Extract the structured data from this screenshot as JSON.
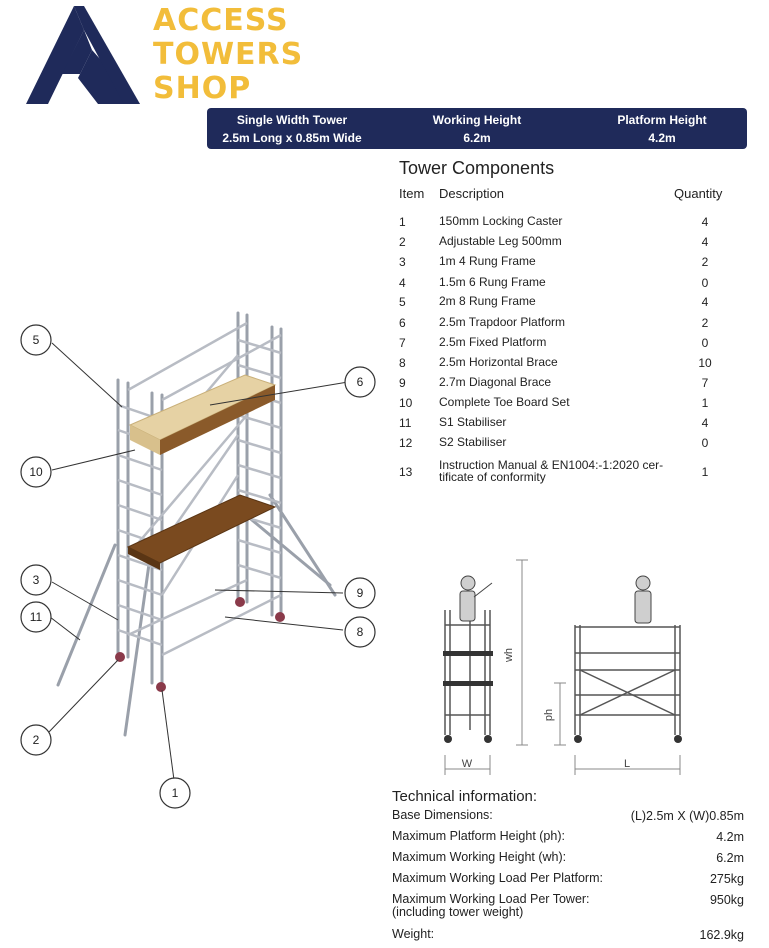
{
  "logo": {
    "line1": "ACCESS",
    "line2": "TOWERS",
    "line3": "SHOP"
  },
  "header": {
    "col1_title": "Single Width Tower",
    "col1_value": "2.5m Long x 0.85m Wide",
    "col2_title": "Working Height",
    "col2_value": "6.2m",
    "col3_title": "Platform Height",
    "col3_value": "4.2m"
  },
  "components": {
    "title": "Tower Components",
    "headers": {
      "item": "Item",
      "description": "Description",
      "quantity": "Quantity"
    },
    "rows": [
      {
        "item": "1",
        "description": "150mm Locking Caster",
        "quantity": "4"
      },
      {
        "item": "2",
        "description": "Adjustable Leg 500mm",
        "quantity": "4"
      },
      {
        "item": "3",
        "description": "1m 4 Rung Frame",
        "quantity": "2"
      },
      {
        "item": "4",
        "description": "1.5m 6 Rung Frame",
        "quantity": "0"
      },
      {
        "item": "5",
        "description": "2m 8 Rung Frame",
        "quantity": "4"
      },
      {
        "item": "6",
        "description": "2.5m Trapdoor Platform",
        "quantity": "2"
      },
      {
        "item": "7",
        "description": "2.5m Fixed Platform",
        "quantity": "0"
      },
      {
        "item": "8",
        "description": "2.5m Horizontal Brace",
        "quantity": "10"
      },
      {
        "item": "9",
        "description": "2.7m Diagonal Brace",
        "quantity": "7"
      },
      {
        "item": "10",
        "description": "Complete Toe Board Set",
        "quantity": "1"
      },
      {
        "item": "11",
        "description": "S1 Stabiliser",
        "quantity": "4"
      },
      {
        "item": "12",
        "description": "S2 Stabiliser",
        "quantity": "0"
      },
      {
        "item": "13",
        "description": "Instruction Manual & EN1004:-1:2020 cer-tificate of conformity",
        "quantity": "1"
      }
    ]
  },
  "callouts": [
    "5",
    "6",
    "10",
    "3",
    "11",
    "9",
    "8",
    "2",
    "1"
  ],
  "diagram_labels": {
    "wh": "wh",
    "ph": "ph",
    "w": "W",
    "l": "L"
  },
  "technical": {
    "title": "Technical information:",
    "rows": [
      {
        "label": "Base Dimensions:",
        "value": "(L)2.5m X (W)0.85m"
      },
      {
        "label": "Maximum Platform Height (ph):",
        "value": "4.2m"
      },
      {
        "label": "Maximum Working Height (wh):",
        "value": "6.2m"
      },
      {
        "label": "Maximum Working Load Per Platform:",
        "value": "275kg"
      },
      {
        "label": "Maximum Working Load Per Tower: (including tower weight)",
        "value": "950kg"
      },
      {
        "label": "Weight:",
        "value": "162.9kg"
      }
    ]
  },
  "colors": {
    "navy": "#1f2a5a",
    "gold": "#f2bd3a",
    "platform": "#7a4a1f",
    "toeboard": "#e6d2a4",
    "tube": "#b8bcc4"
  }
}
